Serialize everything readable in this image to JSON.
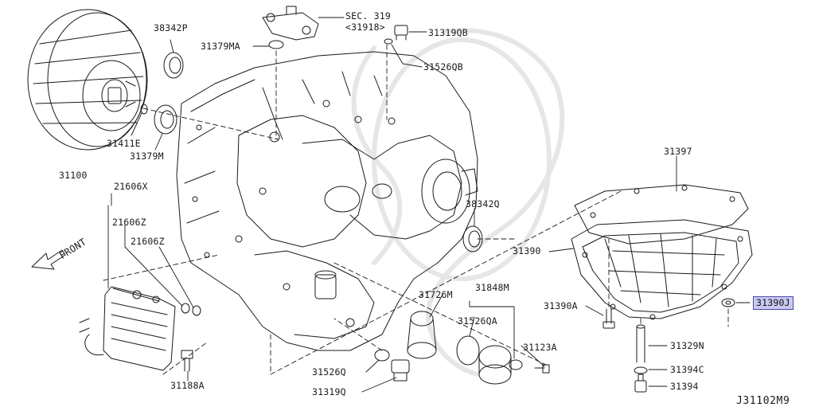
{
  "diagram": {
    "highlight_color": "#c9c9f3",
    "line_color": "#1a1a1a",
    "front_arrow_label": "FRONT",
    "drawing_code": "J31102M9",
    "highlighted_part": "31390J",
    "callouts": {
      "p31100": "31100",
      "p38342P": "38342P",
      "p31379MA": "31379MA",
      "sec_ref": "SEC. 319",
      "sec_sub": "<31918>",
      "p31319QB": "31319QB",
      "p31526QB": "31526QB",
      "p31411E": "31411E",
      "p31379M": "31379M",
      "p21606X": "21606X",
      "p21606Z_a": "21606Z",
      "p21606Z_b": "21606Z",
      "p38342Q": "38342Q",
      "p31397": "31397",
      "p31390": "31390",
      "p31726M": "31726M",
      "p31848M": "31848M",
      "p31526QA": "31526QA",
      "p31390A": "31390A",
      "p31390J": "31390J",
      "p31123A": "31123A",
      "p31329N": "31329N",
      "p31394C": "31394C",
      "p31394": "31394",
      "p31526Q": "31526Q",
      "p31319Q": "31319Q",
      "p31188A": "31188A"
    }
  }
}
